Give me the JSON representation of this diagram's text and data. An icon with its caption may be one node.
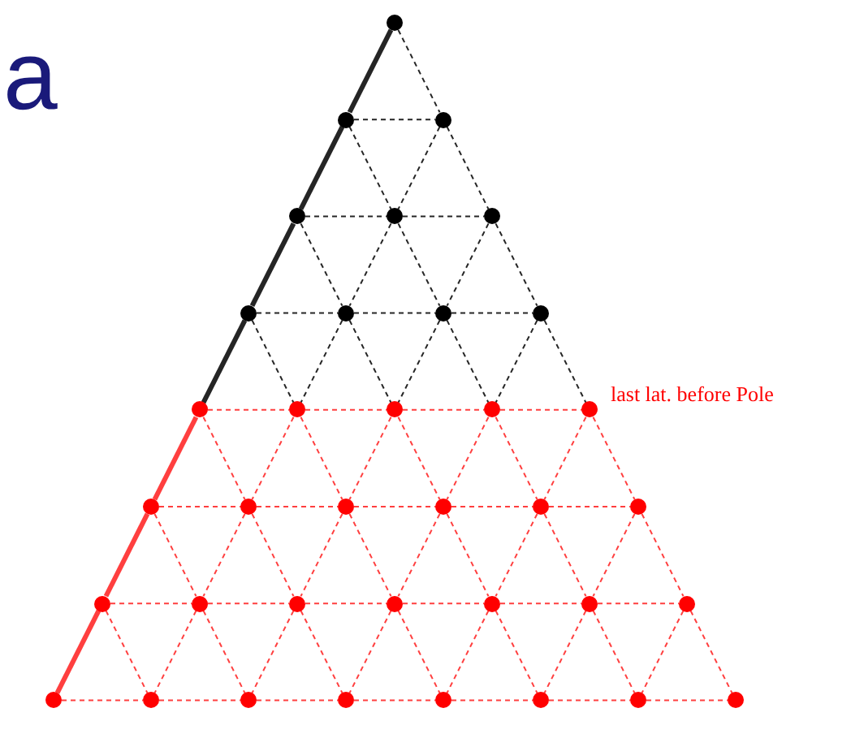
{
  "diagram": {
    "nodes": [
      {
        "text": [],
        "shape": "circle"
      },
      {
        "text": [],
        "shape": "circle"
      },
      {
        "text": [],
        "shape": "circle"
      },
      {
        "text": [],
        "shape": "circle"
      },
      {
        "text": [],
        "shape": "circle"
      },
      {
        "text": [],
        "shape": "circle"
      },
      {
        "text": [],
        "shape": "circle"
      },
      {
        "text": [],
        "shape": "circle"
      },
      {
        "text": [],
        "shape": "circle"
      },
      {
        "text": [],
        "shape": "circle"
      },
      {
        "text": [],
        "shape": "circle"
      },
      {
        "text": [],
        "shape": "circle"
      },
      {
        "text": [],
        "shape": "circle"
      },
      {
        "text": [],
        "shape": "circle"
      },
      {
        "text": [],
        "shape": "circle"
      },
      {
        "text": [],
        "shape": "circle"
      },
      {
        "text": [],
        "shape": "circle"
      },
      {
        "text": [],
        "shape": "circle"
      },
      {
        "text": [],
        "shape": "circle"
      },
      {
        "text": [],
        "shape": "circle"
      },
      {
        "text": [],
        "shape": "circle"
      },
      {
        "text": [],
        "shape": "circle"
      },
      {
        "text": [],
        "shape": "circle"
      },
      {
        "text": [],
        "shape": "circle"
      },
      {
        "text": [],
        "shape": "circle"
      },
      {
        "text": [],
        "shape": "circle"
      },
      {
        "text": [],
        "shape": "circle"
      },
      {
        "text": [],
        "shape": "circle"
      },
      {
        "text": [],
        "shape": "circle"
      },
      {
        "text": [],
        "shape": "circle"
      },
      {
        "text": [],
        "shape": "circle"
      },
      {
        "text": [],
        "shape": "circle"
      },
      {
        "text": [],
        "shape": "circle"
      },
      {
        "text": [],
        "shape": "circle"
      },
      {
        "text": [],
        "shape": "circle"
      },
      {
        "text": [],
        "shape": "circle"
      }
    ],
    "edges": [
      {
        "from": 0,
        "to": 1,
        "arrow": "none",
        "style": "thick",
        "color": "#000000"
      },
      {
        "from": 0,
        "to": 2,
        "arrow": "none",
        "style": "dashed",
        "color": "#000000"
      },
      {
        "from": 1,
        "to": 2,
        "arrow": "none",
        "style": "dashed",
        "color": "#000000"
      },
      {
        "from": 1,
        "to": 3,
        "arrow": "none",
        "style": "thick",
        "color": "#000000"
      },
      {
        "from": 1,
        "to": 4,
        "arrow": "none",
        "style": "dashed",
        "color": "#000000"
      },
      {
        "from": 2,
        "to": 4,
        "arrow": "none",
        "style": "dashed",
        "color": "#000000"
      },
      {
        "from": 2,
        "to": 5,
        "arrow": "none",
        "style": "dashed",
        "color": "#000000"
      },
      {
        "from": 3,
        "to": 4,
        "arrow": "none",
        "style": "dashed",
        "color": "#000000"
      },
      {
        "from": 4,
        "to": 5,
        "arrow": "none",
        "style": "dashed",
        "color": "#000000"
      },
      {
        "from": 3,
        "to": 6,
        "arrow": "none",
        "style": "thick",
        "color": "#000000"
      },
      {
        "from": 3,
        "to": 7,
        "arrow": "none",
        "style": "dashed",
        "color": "#000000"
      },
      {
        "from": 4,
        "to": 7,
        "arrow": "none",
        "style": "dashed",
        "color": "#000000"
      },
      {
        "from": 4,
        "to": 8,
        "arrow": "none",
        "style": "dashed",
        "color": "#000000"
      },
      {
        "from": 5,
        "to": 8,
        "arrow": "none",
        "style": "dashed",
        "color": "#000000"
      },
      {
        "from": 5,
        "to": 9,
        "arrow": "none",
        "style": "dashed",
        "color": "#000000"
      },
      {
        "from": 6,
        "to": 7,
        "arrow": "none",
        "style": "dashed",
        "color": "#000000"
      },
      {
        "from": 7,
        "to": 8,
        "arrow": "none",
        "style": "dashed",
        "color": "#000000"
      },
      {
        "from": 8,
        "to": 9,
        "arrow": "none",
        "style": "dashed",
        "color": "#000000"
      },
      {
        "from": 6,
        "to": 10,
        "arrow": "none",
        "style": "thick",
        "color": "#000000"
      },
      {
        "from": 6,
        "to": 11,
        "arrow": "none",
        "style": "dashed",
        "color": "#000000"
      },
      {
        "from": 7,
        "to": 11,
        "arrow": "none",
        "style": "dashed",
        "color": "#000000"
      },
      {
        "from": 7,
        "to": 12,
        "arrow": "none",
        "style": "dashed",
        "color": "#000000"
      },
      {
        "from": 8,
        "to": 12,
        "arrow": "none",
        "style": "dashed",
        "color": "#000000"
      },
      {
        "from": 8,
        "to": 13,
        "arrow": "none",
        "style": "dashed",
        "color": "#000000"
      },
      {
        "from": 9,
        "to": 13,
        "arrow": "none",
        "style": "dashed",
        "color": "#000000"
      },
      {
        "from": 9,
        "to": 14,
        "arrow": "none",
        "style": "dashed",
        "color": "#000000"
      },
      {
        "from": 10,
        "to": 11,
        "arrow": "none",
        "style": "dashed"
      },
      {
        "from": 11,
        "to": 12,
        "arrow": "none",
        "style": "dashed"
      },
      {
        "from": 12,
        "to": 13,
        "arrow": "none",
        "style": "dashed"
      },
      {
        "from": 13,
        "to": 14,
        "arrow": "none",
        "style": "dashed"
      },
      {
        "from": 10,
        "to": 15,
        "arrow": "none",
        "style": "thick"
      },
      {
        "from": 10,
        "to": 16,
        "arrow": "none",
        "style": "dashed"
      },
      {
        "from": 11,
        "to": 16,
        "arrow": "none",
        "style": "dashed"
      },
      {
        "from": 11,
        "to": 17,
        "arrow": "none",
        "style": "dashed"
      },
      {
        "from": 12,
        "to": 17,
        "arrow": "none",
        "style": "dashed"
      },
      {
        "from": 12,
        "to": 18,
        "arrow": "none",
        "style": "dashed"
      },
      {
        "from": 13,
        "to": 18,
        "arrow": "none",
        "style": "dashed"
      },
      {
        "from": 13,
        "to": 19,
        "arrow": "none",
        "style": "dashed"
      },
      {
        "from": 14,
        "to": 19,
        "arrow": "none",
        "style": "dashed"
      },
      {
        "from": 14,
        "to": 20,
        "arrow": "none",
        "style": "dashed"
      },
      {
        "from": 15,
        "to": 16,
        "arrow": "none",
        "style": "dashed"
      },
      {
        "from": 16,
        "to": 17,
        "arrow": "none",
        "style": "dashed"
      },
      {
        "from": 17,
        "to": 18,
        "arrow": "none",
        "style": "dashed"
      },
      {
        "from": 18,
        "to": 19,
        "arrow": "none",
        "style": "dashed"
      },
      {
        "from": 19,
        "to": 20,
        "arrow": "none",
        "style": "dashed"
      },
      {
        "from": 15,
        "to": 21,
        "arrow": "none",
        "style": "thick"
      },
      {
        "from": 15,
        "to": 22,
        "arrow": "none",
        "style": "dashed"
      },
      {
        "from": 16,
        "to": 22,
        "arrow": "none",
        "style": "dashed"
      },
      {
        "from": 16,
        "to": 23,
        "arrow": "none",
        "style": "dashed"
      },
      {
        "from": 17,
        "to": 23,
        "arrow": "none",
        "style": "dashed"
      },
      {
        "from": 17,
        "to": 24,
        "arrow": "none",
        "style": "dashed"
      },
      {
        "from": 18,
        "to": 24,
        "arrow": "none",
        "style": "dashed"
      },
      {
        "from": 18,
        "to": 25,
        "arrow": "none",
        "style": "dashed"
      },
      {
        "from": 19,
        "to": 25,
        "arrow": "none",
        "style": "dashed"
      },
      {
        "from": 19,
        "to": 26,
        "arrow": "none",
        "style": "dashed"
      },
      {
        "from": 20,
        "to": 26,
        "arrow": "none",
        "style": "dashed"
      },
      {
        "from": 20,
        "to": 27,
        "arrow": "none",
        "style": "dashed"
      },
      {
        "from": 21,
        "to": 22,
        "arrow": "none",
        "style": "dashed"
      },
      {
        "from": 22,
        "to": 23,
        "arrow": "none",
        "style": "dashed"
      },
      {
        "from": 23,
        "to": 24,
        "arrow": "none",
        "style": "dashed"
      },
      {
        "from": 24,
        "to": 25,
        "arrow": "none",
        "style": "dashed"
      },
      {
        "from": 25,
        "to": 26,
        "arrow": "none",
        "style": "dashed"
      },
      {
        "from": 26,
        "to": 27,
        "arrow": "none",
        "style": "dashed"
      },
      {
        "from": 21,
        "to": 28,
        "arrow": "none",
        "style": "thick"
      },
      {
        "from": 21,
        "to": 29,
        "arrow": "none",
        "style": "dashed"
      },
      {
        "from": 22,
        "to": 29,
        "arrow": "none",
        "style": "dashed"
      },
      {
        "from": 22,
        "to": 30,
        "arrow": "none",
        "style": "dashed"
      },
      {
        "from": 23,
        "to": 30,
        "arrow": "none",
        "style": "dashed"
      },
      {
        "from": 23,
        "to": 31,
        "arrow": "none",
        "style": "dashed"
      },
      {
        "from": 24,
        "to": 31,
        "arrow": "none",
        "style": "dashed"
      },
      {
        "from": 24,
        "to": 32,
        "arrow": "none",
        "style": "dashed"
      },
      {
        "from": 25,
        "to": 32,
        "arrow": "none",
        "style": "dashed"
      },
      {
        "from": 25,
        "to": 33,
        "arrow": "none",
        "style": "dashed"
      },
      {
        "from": 26,
        "to": 33,
        "arrow": "none",
        "style": "dashed"
      },
      {
        "from": 26,
        "to": 34,
        "arrow": "none",
        "style": "dashed"
      },
      {
        "from": 27,
        "to": 34,
        "arrow": "none",
        "style": "dashed"
      },
      {
        "from": 27,
        "to": 35,
        "arrow": "none",
        "style": "dashed"
      },
      {
        "from": 28,
        "to": 29,
        "arrow": "none",
        "style": "dashed"
      },
      {
        "from": 29,
        "to": 30,
        "arrow": "none",
        "style": "dashed"
      },
      {
        "from": 30,
        "to": 31,
        "arrow": "none",
        "style": "dashed"
      },
      {
        "from": 31,
        "to": 32,
        "arrow": "none",
        "style": "dashed"
      },
      {
        "from": 32,
        "to": 33,
        "arrow": "none",
        "style": "dashed"
      },
      {
        "from": 33,
        "to": 34,
        "arrow": "none",
        "style": "dashed"
      },
      {
        "from": 34,
        "to": 35,
        "arrow": "none",
        "style": "dashed"
      }
    ],
    "labels": [
      "a",
      "last lat. before Pole"
    ]
  }
}
